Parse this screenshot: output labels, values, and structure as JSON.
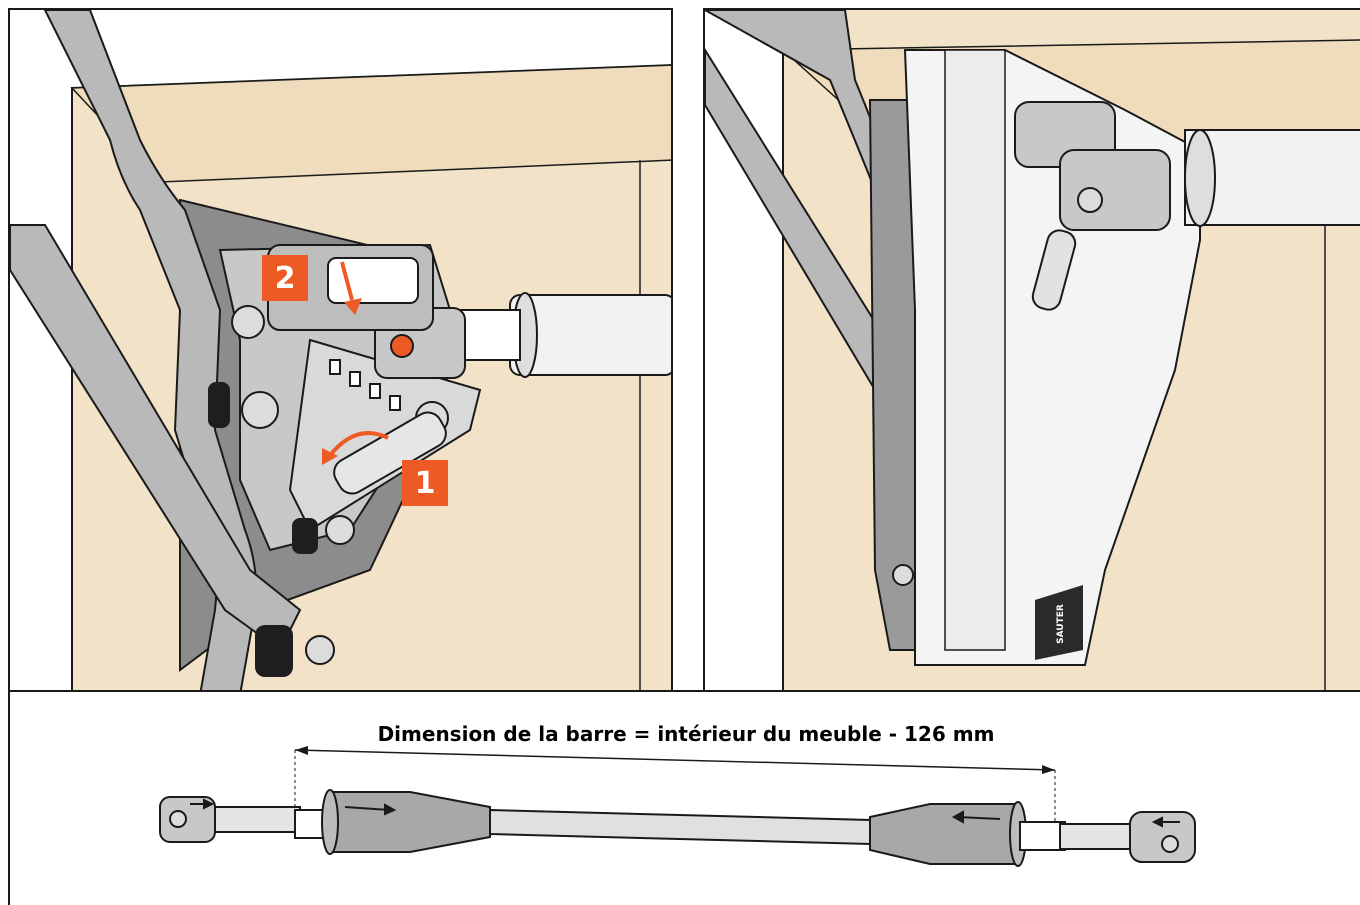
{
  "colors": {
    "cabinet": "#f2e3c8",
    "metal": "#b9b9b9",
    "metal_dark": "#8c8c8c",
    "housing": "#f4f4f4",
    "accent": "#ee5a24",
    "outline": "#1a1a1a"
  },
  "steps": {
    "step1": "1",
    "step2": "2"
  },
  "dimension": {
    "label": "Dimension de la barre = intérieur du meuble - 126 mm"
  },
  "brand": {
    "logo": "SAUTER"
  }
}
